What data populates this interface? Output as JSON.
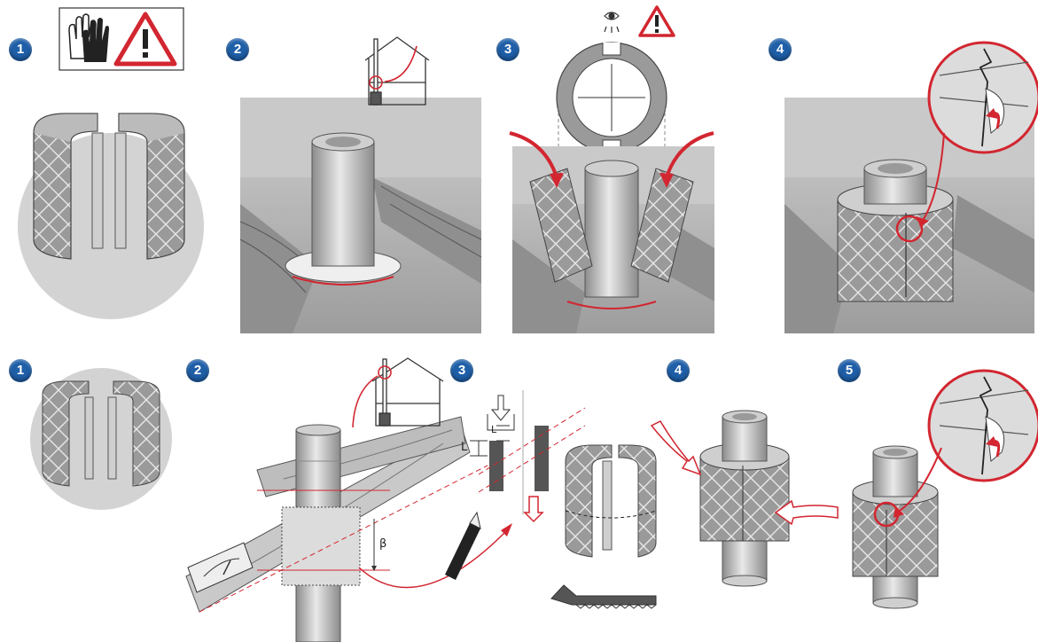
{
  "colors": {
    "badge": "#1f5fa8",
    "accent_red": "#d22630",
    "panel_gray": "#d9d9d9",
    "line": "#333333"
  },
  "top_row": {
    "steps": [
      "1",
      "2",
      "3",
      "4"
    ],
    "icons": [
      "gloves-icon",
      "warning-icon",
      "eye-icon"
    ]
  },
  "bottom_row": {
    "steps": [
      "1",
      "2",
      "3",
      "4",
      "5"
    ],
    "labels": {
      "length_left": "L",
      "length_right": "L",
      "angle": "β"
    },
    "icons": [
      "inclinometer-icon",
      "utility-knife-icon",
      "saw-icon"
    ]
  }
}
